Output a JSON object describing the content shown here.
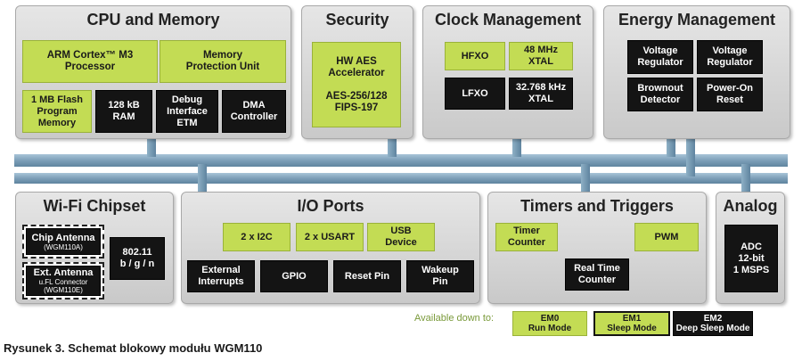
{
  "panels": {
    "cpu": {
      "title": "CPU and Memory",
      "blocks": [
        "ARM Cortex™ M3\nProcessor",
        "Memory\nProtection Unit",
        "1 MB Flash\nProgram\nMemory",
        "128 kB\nRAM",
        "Debug\nInterface\nETM",
        "DMA\nController"
      ]
    },
    "security": {
      "title": "Security",
      "blocks": [
        "HW AES\nAccelerator\n\nAES-256/128\nFIPS-197"
      ]
    },
    "clock": {
      "title": "Clock Management",
      "blocks": [
        "HFXO",
        "48 MHz\nXTAL",
        "LFXO",
        "32.768 kHz\nXTAL"
      ]
    },
    "energy": {
      "title": "Energy Management",
      "blocks": [
        "Voltage\nRegulator",
        "Voltage\nRegulator",
        "Brownout\nDetector",
        "Power-On\nReset"
      ]
    },
    "wifi": {
      "title": "Wi-Fi Chipset",
      "chip_title": "Chip Antenna",
      "chip_sub": "(WGM110A)",
      "ext_title": "Ext. Antenna",
      "ext_sub": "u.FL Connector\n(WGM110E)",
      "std": "802.11\nb / g / n"
    },
    "io": {
      "title": "I/O Ports",
      "blocks": [
        "2 x I2C",
        "2 x USART",
        "USB\nDevice",
        "External\nInterrupts",
        "GPIO",
        "Reset Pin",
        "Wakeup\nPin"
      ]
    },
    "timers": {
      "title": "Timers and Triggers",
      "blocks": [
        "Timer\nCounter",
        "PWM",
        "Real Time\nCounter"
      ]
    },
    "analog": {
      "title": "Analog",
      "blocks": [
        "ADC\n12-bit\n1 MSPS"
      ]
    }
  },
  "legend": {
    "label": "Available down to:",
    "items": [
      {
        "mode": "EM0",
        "name": "Run Mode",
        "color": "#c3dc54"
      },
      {
        "mode": "EM1",
        "name": "Sleep Mode",
        "color": "#c3dc54"
      },
      {
        "mode": "EM2",
        "name": "Deep Sleep Mode",
        "color": "#141414"
      }
    ]
  },
  "caption": "Rysunek 3. Schemat blokowy modułu WGM110",
  "colors": {
    "accent_green": "#c3dc54",
    "block_black": "#141414",
    "bus_blue": "#7d9fb8"
  }
}
